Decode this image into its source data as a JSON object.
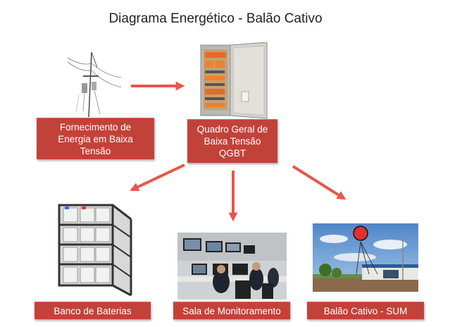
{
  "title": "Diagrama Energético - Balão Cativo",
  "nodes": {
    "supply": {
      "line1": "Fornecimento de",
      "line2": "Energia em Baixa",
      "line3": "Tensão"
    },
    "panel": {
      "line1": "Quadro Geral de",
      "line2": "Baixa Tensão",
      "line3": "QGBT"
    },
    "batteries": {
      "label": "Banco de Baterias"
    },
    "monitoring": {
      "label": "Sala de Monitoramento"
    },
    "balloon": {
      "label": "Balão Cativo - SUM"
    }
  },
  "colors": {
    "node_fill": "#c2423a",
    "arrow": "#e8564a",
    "text_on_node": "#ffffff"
  },
  "images": {
    "supply": "power-line-pole-photo",
    "panel": "electrical-panel-photo",
    "batteries": "battery-rack-photo",
    "monitoring": "control-room-photo",
    "balloon": "tethered-balloon-photo"
  }
}
